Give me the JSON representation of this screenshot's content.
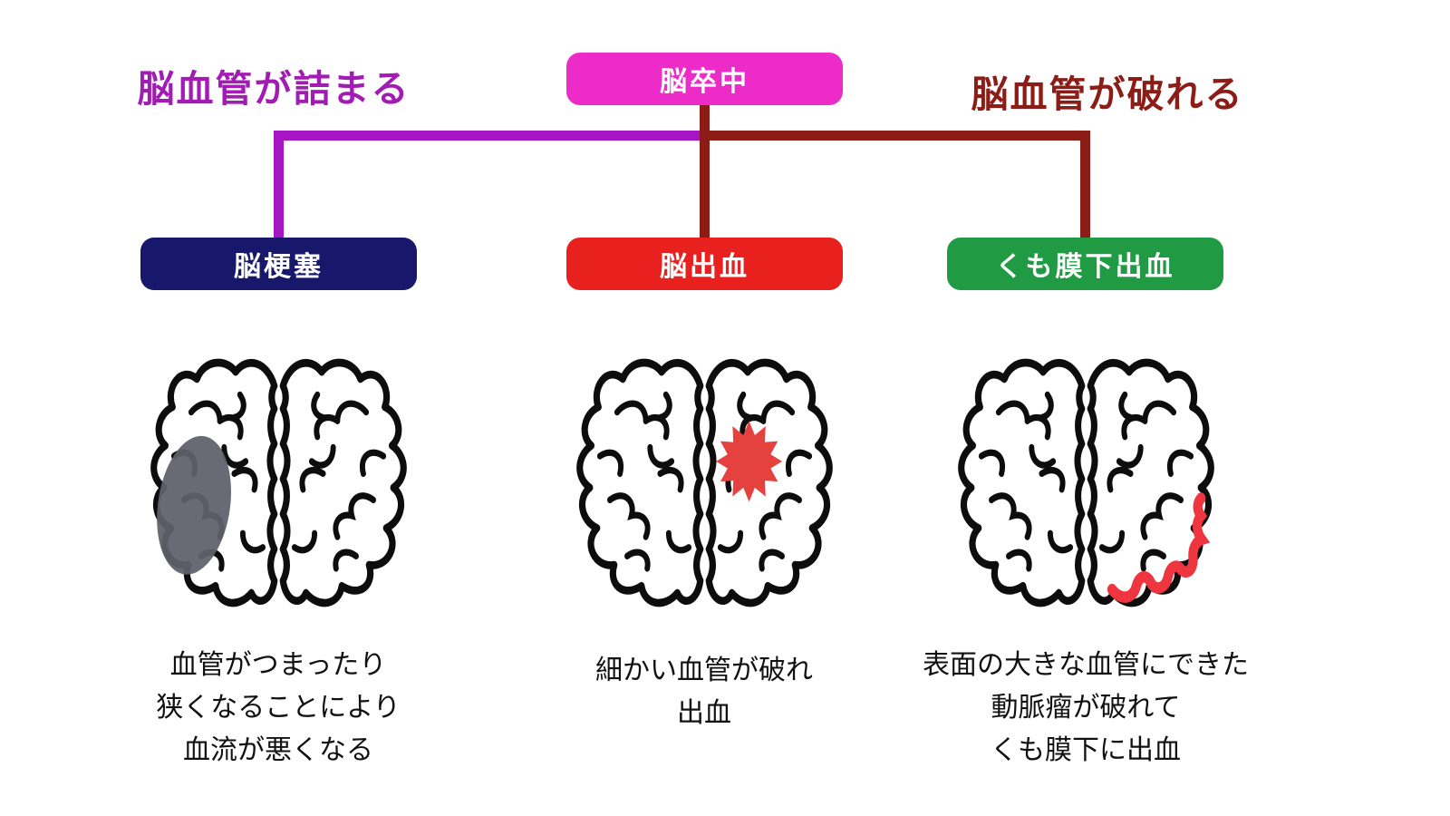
{
  "root_label": "脳卒中",
  "title_left": "脳血管が詰まる",
  "title_right": "脳血管が破れる",
  "colors": {
    "root": "#ec2bc8",
    "branch_left_text": "#a21cb4",
    "branch_left_line": "#a614c4",
    "branch_right": "#8c1c16",
    "node_infarction": "#17176b",
    "node_hemorrhage": "#e8201e",
    "node_subarachnoid": "#219b43",
    "infarct_gray": "#61616c",
    "bleed_red": "#e5423f",
    "bleed_line_red": "#ee3540"
  },
  "nodes": [
    {
      "label": "脳梗塞",
      "description_lines": [
        "血管がつまったり",
        "狭くなることにより",
        "血流が悪くなる"
      ]
    },
    {
      "label": "脳出血",
      "description_lines": [
        "細かい血管が破れ",
        "出血"
      ]
    },
    {
      "label": "くも膜下出血",
      "description_lines": [
        "表面の大きな血管にできた",
        "動脈瘤が破れて",
        "くも膜下に出血"
      ]
    }
  ]
}
